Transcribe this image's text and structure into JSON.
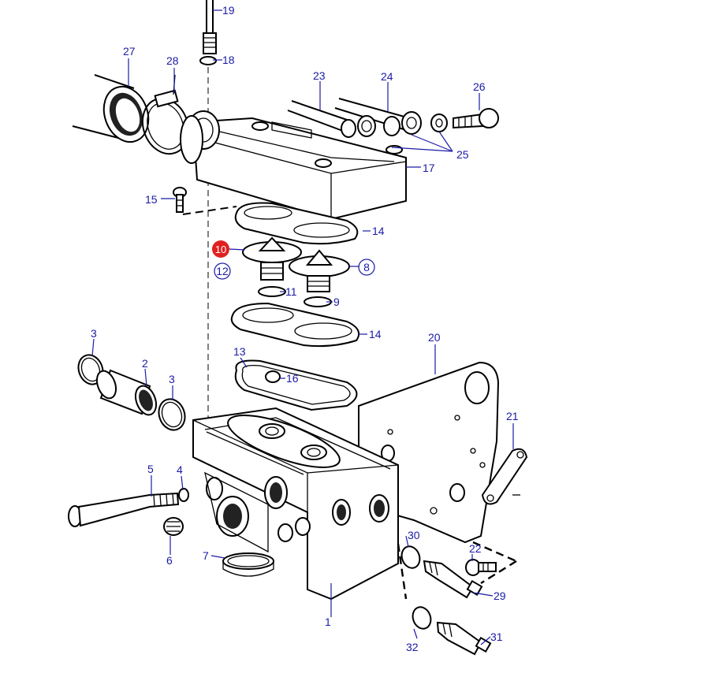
{
  "labels": {
    "p1": "1",
    "p2": "2",
    "p3a": "3",
    "p3b": "3",
    "p4": "4",
    "p5": "5",
    "p6": "6",
    "p7": "7",
    "p8": "8",
    "p9": "9",
    "p10": "10",
    "p11": "11",
    "p12": "12",
    "p13": "13",
    "p14a": "14",
    "p14b": "14",
    "p15": "15",
    "p16": "16",
    "p17": "17",
    "p18": "18",
    "p19": "19",
    "p20": "20",
    "p21": "21",
    "p22": "22",
    "p23": "23",
    "p24": "24",
    "p25": "25",
    "p26": "26",
    "p27": "27",
    "p28": "28",
    "p29": "29",
    "p30": "30",
    "p31": "31",
    "p32": "32"
  },
  "colors": {
    "label": "#1a1aa6",
    "highlight": "#e02020",
    "line": "#000000"
  }
}
